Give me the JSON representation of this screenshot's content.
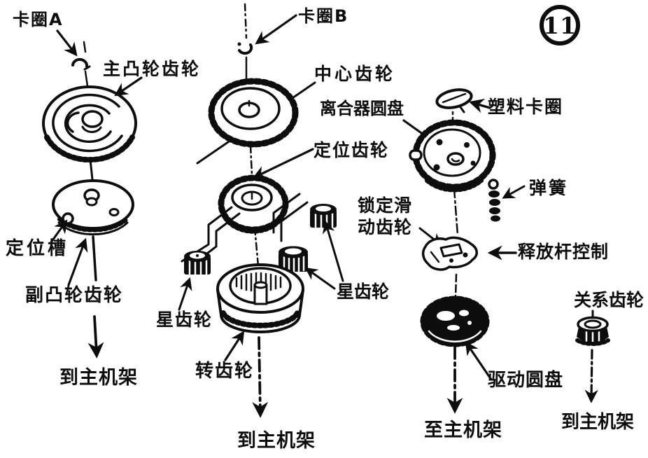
{
  "figure": {
    "number": "11",
    "ink_color": "#0d0d0d",
    "background_color": "#ffffff"
  },
  "labels": {
    "clip_a": "卡圈A",
    "main_cam_gear": "主凸轮齿轮",
    "positioning_slot": "定位槽",
    "secondary_cam_gear": "副凸轮齿轮",
    "to_main_frame_left": "到主机架",
    "clip_b": "卡圈B",
    "center_gear": "中心齿轮",
    "positioning_gear": "定位齿轮",
    "star_gear_left": "星齿轮",
    "star_gear_right": "星齿轮",
    "turn_gear": "转齿轮",
    "to_main_frame_middle": "到主机架",
    "plastic_clip": "塑料卡圈",
    "clutch_disc": "离合器圆盘",
    "spring": "弹簧",
    "locking_sliding_gear_line1": "锁定滑",
    "locking_sliding_gear_line2": "动齿轮",
    "release_lever_control": "释放杆控制",
    "drive_disc": "驱动圆盘",
    "to_main_frame_center": "至主机架",
    "relation_gear": "关系齿轮",
    "to_main_frame_right": "到主机架"
  }
}
